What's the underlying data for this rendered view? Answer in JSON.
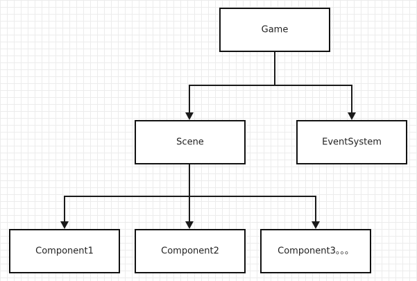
{
  "diagram": {
    "nodes": {
      "game": {
        "label": "Game"
      },
      "scene": {
        "label": "Scene"
      },
      "event_system": {
        "label": "EventSystem"
      },
      "component1": {
        "label": "Component1"
      },
      "component2": {
        "label": "Component2"
      },
      "component3": {
        "label": "Component3。。。"
      }
    },
    "edges": [
      {
        "from": "game",
        "to": "scene"
      },
      {
        "from": "game",
        "to": "event_system"
      },
      {
        "from": "scene",
        "to": "component1"
      },
      {
        "from": "scene",
        "to": "component2"
      },
      {
        "from": "scene",
        "to": "component3"
      }
    ],
    "colors": {
      "line": "#1a1a1a",
      "box_border": "#111111",
      "box_fill": "#ffffff",
      "grid": "#ececec"
    }
  }
}
